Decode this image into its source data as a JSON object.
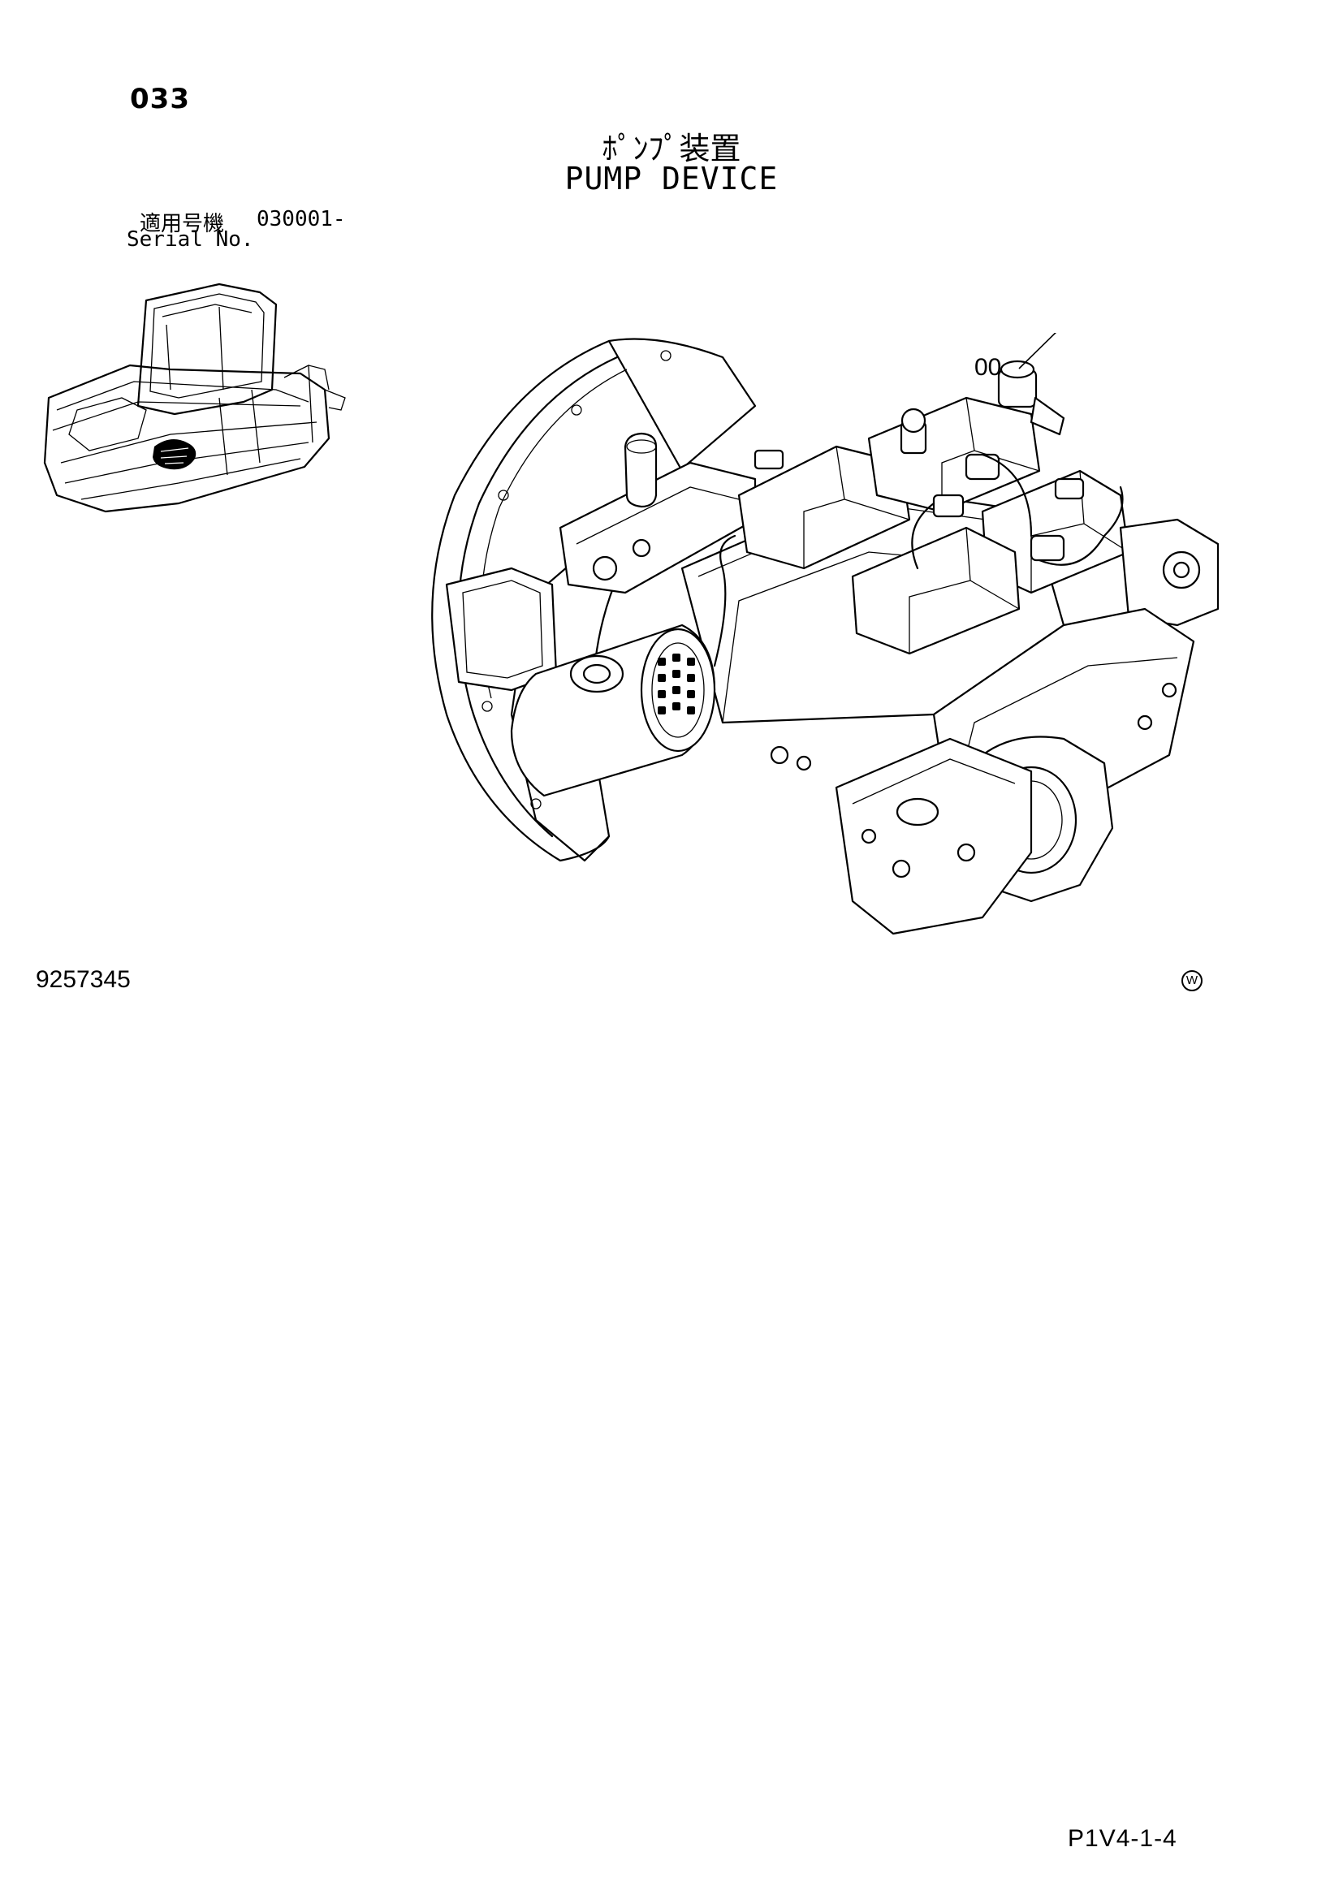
{
  "header": {
    "page_number": "033",
    "title_jp": "ﾎﾟﾝﾌﾟ装置",
    "title_en": "PUMP DEVICE",
    "serial_label_jp": "適用号機",
    "serial_value": "030001-",
    "serial_label_en": "Serial No."
  },
  "diagram": {
    "callouts": [
      "00"
    ]
  },
  "footer": {
    "doc_number": "9257345",
    "w_mark": "W",
    "page_ref": "P1V4-1-4"
  }
}
